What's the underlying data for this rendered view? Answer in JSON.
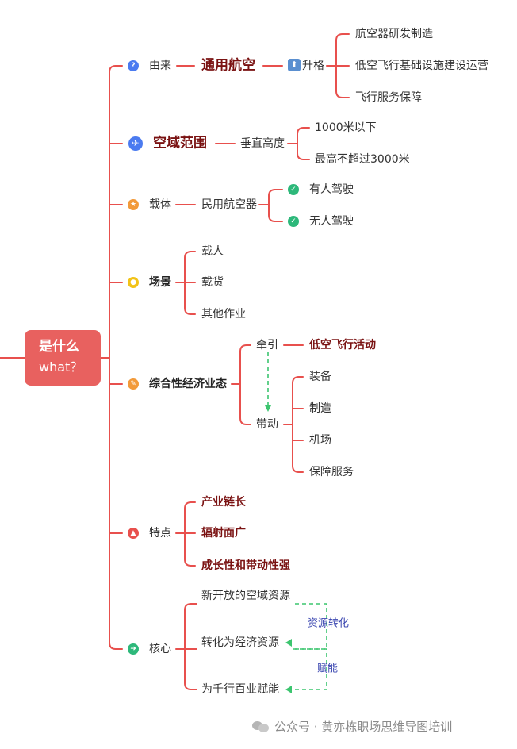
{
  "root": {
    "title": "是什么",
    "subtitle": "what？"
  },
  "branches": {
    "origin": {
      "label": "由来",
      "child": "通用航空",
      "upgrade": "升格",
      "items": [
        "航空器研发制造",
        "低空飞行基础设施建设运营",
        "飞行服务保障"
      ]
    },
    "airspace": {
      "label": "空域范围",
      "child": "垂直高度",
      "items": [
        "1000米以下",
        "最高不超过3000米"
      ]
    },
    "carrier": {
      "label": "载体",
      "child": "民用航空器",
      "items": [
        "有人驾驶",
        "无人驾驶"
      ]
    },
    "scenario": {
      "label": "场景",
      "items": [
        "载人",
        "载货",
        "其他作业"
      ]
    },
    "economy": {
      "label": "综合性经济业态",
      "traction": "牵引",
      "traction_target": "低空飞行活动",
      "drive": "带动",
      "drive_items": [
        "装备",
        "制造",
        "机场",
        "保障服务"
      ]
    },
    "features": {
      "label": "特点",
      "items": [
        "产业链长",
        "辐射面广",
        "成长性和带动性强"
      ]
    },
    "core": {
      "label": "核心",
      "items": [
        "新开放的空域资源",
        "转化为经济资源",
        "为千行百业赋能"
      ],
      "annotations": [
        "资源转化",
        "赋能"
      ]
    }
  },
  "footer": {
    "text": "公众号 · 黄亦栋职场思维导图培训"
  },
  "colors": {
    "line": "#e8504d",
    "root": "#e8615f",
    "dashed": "#3cc56f",
    "dark_text": "#7a1212"
  },
  "icons": {
    "origin": "question-icon",
    "airspace": "airplane-icon",
    "carrier": "star-icon",
    "scenario": "lightbulb-icon",
    "economy": "pencil-icon",
    "features": "thumbs-up-icon",
    "core": "runner-icon",
    "upgrade": "up-arrow-icon",
    "carrier_items": "checkmark-icon"
  }
}
